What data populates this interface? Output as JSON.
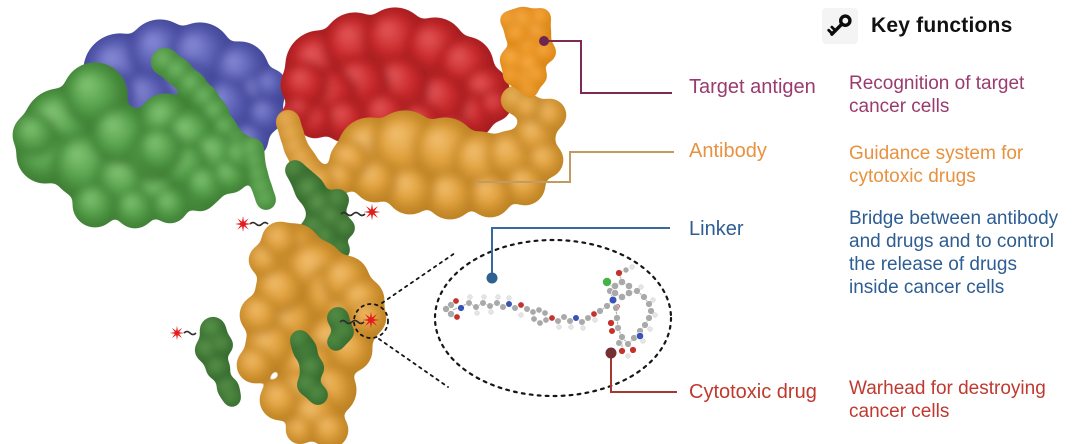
{
  "header": {
    "title": "Key functions",
    "icon": "key-icon"
  },
  "legend": {
    "rows": [
      {
        "id": "target-antigen",
        "label": "Target antigen",
        "description": "Recognition of target\ncancer cells",
        "text_color": "#9a3a6f",
        "line_color": "#7d2a55",
        "dot_color": "#6e2550"
      },
      {
        "id": "antibody",
        "label": "Antibody",
        "description": "Guidance system for\ncytotoxic drugs",
        "text_color": "#e8913f",
        "line_color": "#c39a62"
      },
      {
        "id": "linker",
        "label": "Linker",
        "description": "Bridge between antibody\nand drugs and to control\nthe release of drugs\ninside cancer cells",
        "text_color": "#2d5d92",
        "line_color": "#3a699c",
        "dot_color": "#2e6092"
      },
      {
        "id": "cytotoxic-drug",
        "label": "Cytotoxic drug",
        "description": "Warhead for destroying\ncancer cells",
        "text_color": "#c0392f",
        "line_color": "#a43931",
        "dot_color": "#742f33"
      }
    ]
  },
  "illustration": {
    "parts": {
      "light_chain_blue": "#5d61b6",
      "light_chain_green": "#57a24c",
      "heavy_chain_red": "#cb292b",
      "heavy_chain_orange": "#e2a23d",
      "hinge_dark_green": "#47823c",
      "target_antigen_orange": "#f29a22",
      "drug_star_red": "#e11d1d"
    }
  }
}
